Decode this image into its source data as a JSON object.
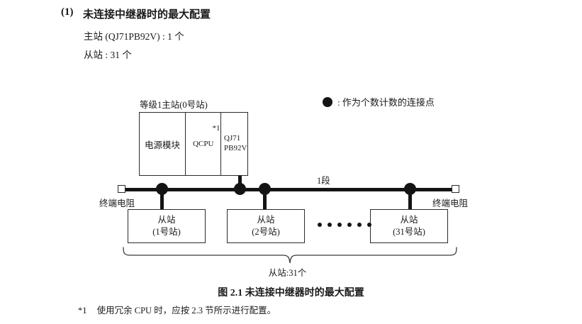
{
  "heading": {
    "number": "(1)",
    "title": "未连接中继器时的最大配置",
    "spec_master": "主站 (QJ71PB92V) : 1 个",
    "spec_slave": "从站 : 31 个"
  },
  "legend": {
    "symbol": "filled-circle",
    "text": ": 作为个数计数的连接点"
  },
  "diagram": {
    "master_label": "等级1主站(0号站)",
    "master_cells": [
      {
        "name": "power-module",
        "label": "电源模块"
      },
      {
        "name": "qcpu",
        "label": "QCPU",
        "note": "*1"
      },
      {
        "name": "qj71pb92v",
        "line1": "QJ71",
        "line2": "PB92V"
      }
    ],
    "segment_label": "1段",
    "terminator_left": "终端电阻",
    "terminator_right": "终端电阻",
    "slaves": [
      {
        "title": "从站",
        "station": "(1号站)"
      },
      {
        "title": "从站",
        "station": "(2号站)"
      },
      {
        "title": "从站",
        "station": "(31号站)"
      }
    ],
    "ellipsis_dots": 6,
    "brace_label": "从站:31个"
  },
  "caption": "图 2.1  未连接中继器时的最大配置",
  "footnote": {
    "mark": "*1",
    "text": "使用冗余 CPU 时，应按 2.3 节所示进行配置。"
  },
  "colors": {
    "ink": "#1a1a1a",
    "line": "#2b2b2b",
    "node": "#141414",
    "background": "#ffffff"
  }
}
